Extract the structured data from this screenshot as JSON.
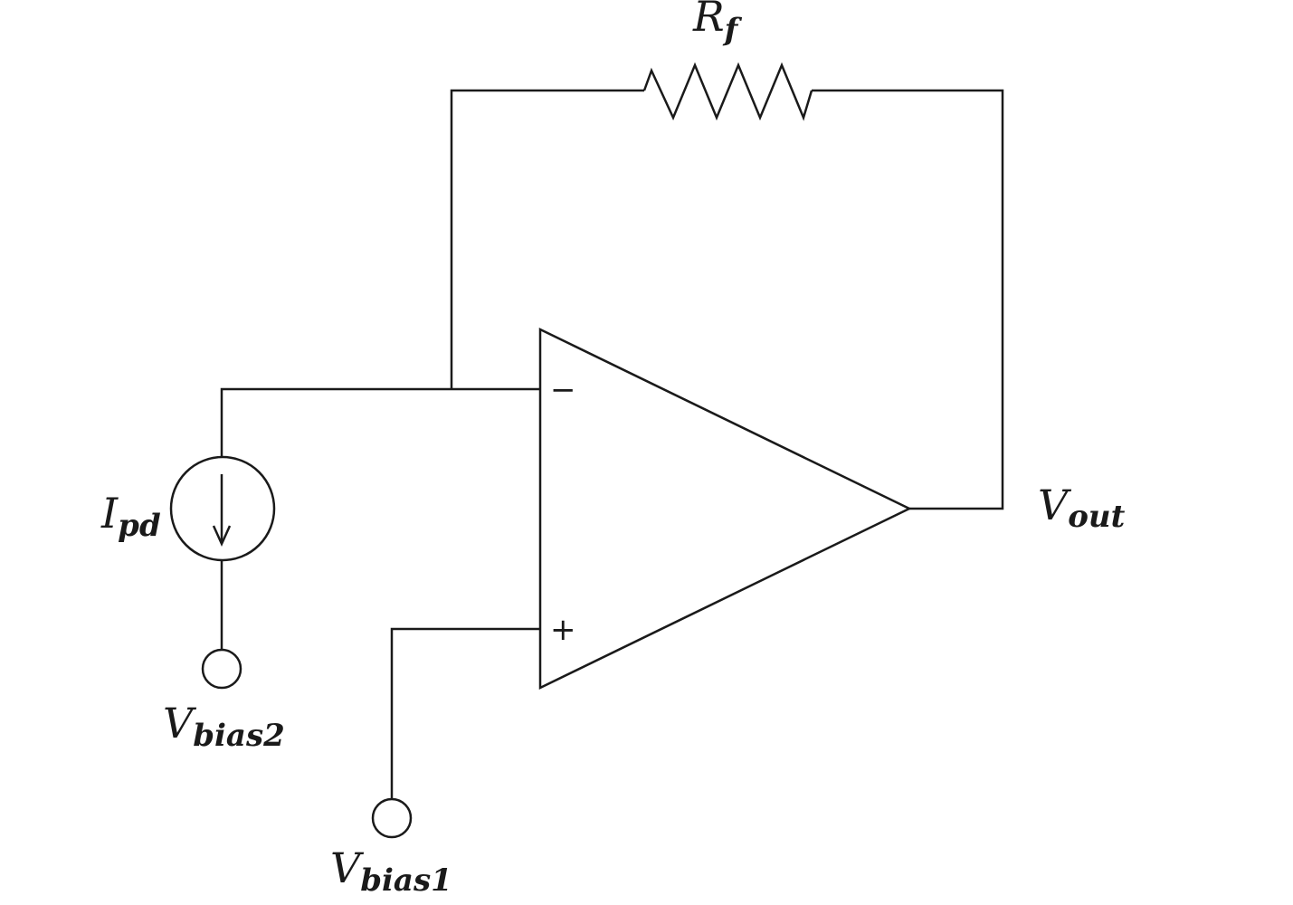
{
  "labels": {
    "rf": {
      "main": "R",
      "sub": "f"
    },
    "ipd": {
      "main": "I",
      "sub": "pd"
    },
    "vout": {
      "main": "V",
      "sub": "out"
    },
    "vbias1": {
      "main": "V",
      "sub": "bias1"
    },
    "vbias2": {
      "main": "V",
      "sub": "bias2"
    }
  },
  "opamp": {
    "inverting_sign": "−",
    "noninverting_sign": "+"
  }
}
